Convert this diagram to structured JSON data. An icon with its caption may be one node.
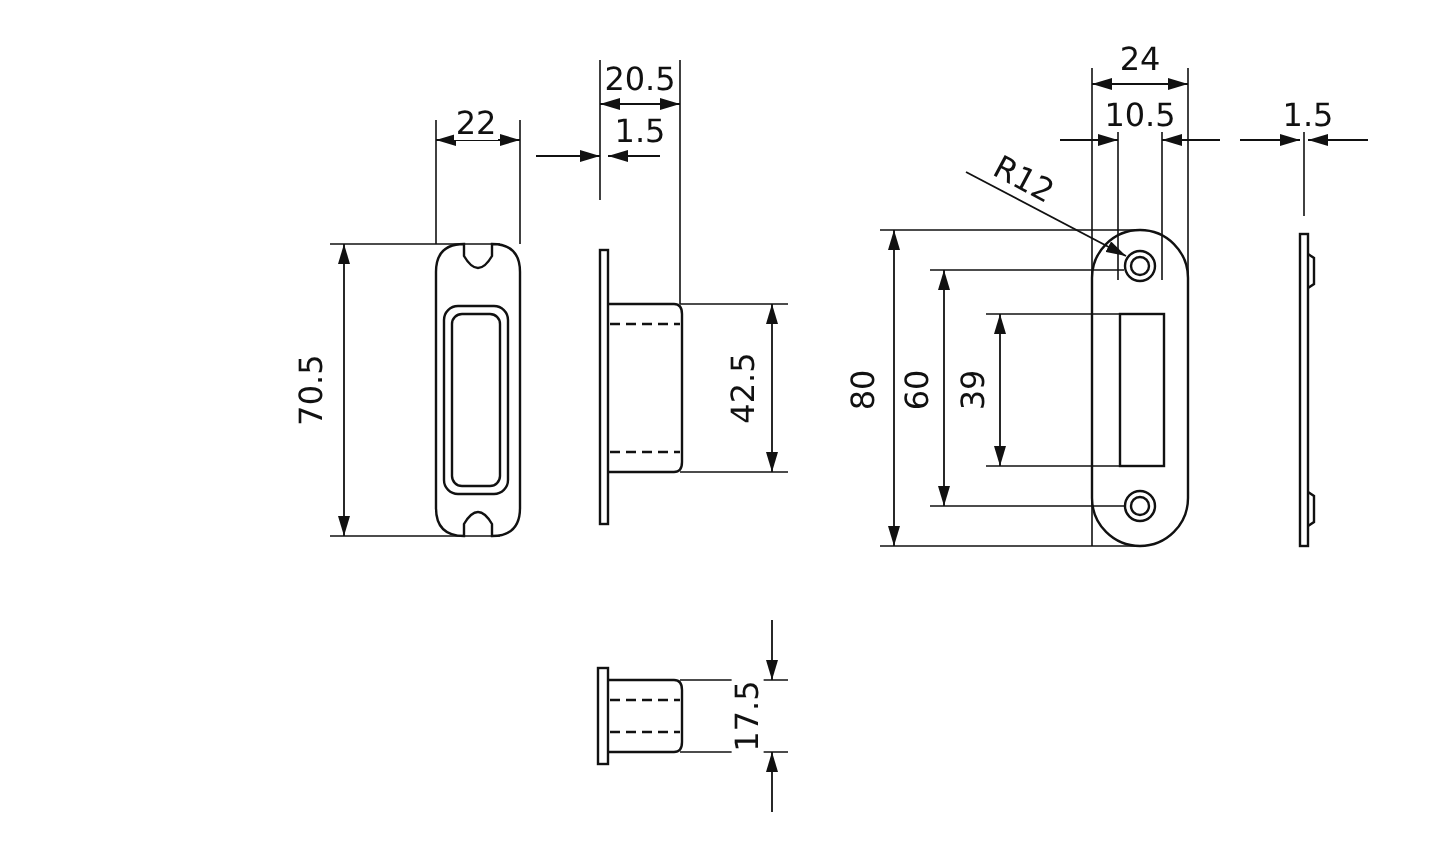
{
  "diagram": {
    "labels": [
      "22",
      "20.5",
      "1.5",
      "70.5",
      "42.5",
      "24",
      "10.5",
      "1.5",
      "R12",
      "80",
      "60",
      "39",
      "17.5"
    ]
  }
}
